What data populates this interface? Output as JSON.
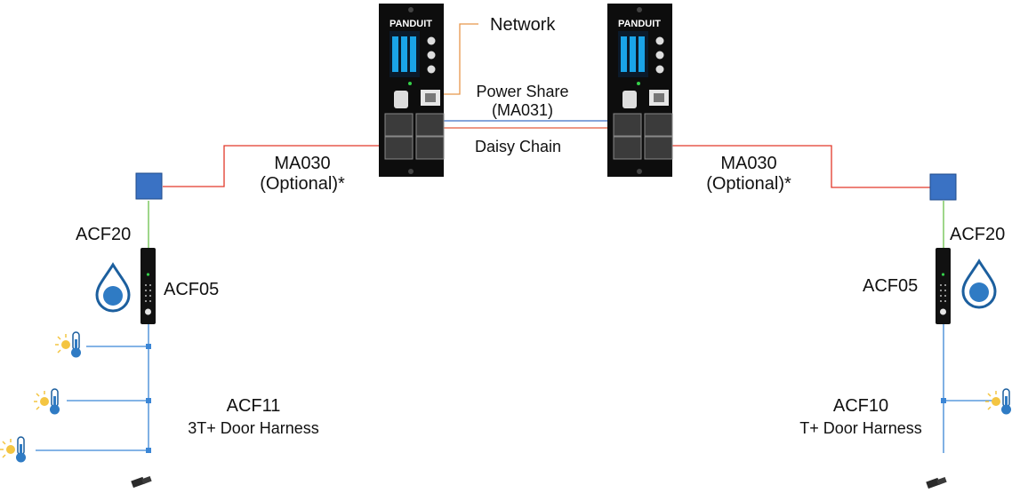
{
  "brand": "PANDUIT",
  "colors": {
    "network_cable": "#e8964a",
    "power_share_cable": "#3d6fc4",
    "daisy_chain_cable": "#e35a3a",
    "ma030_cable": "#e2392a",
    "acf20_cable": "#6bbf4a",
    "sensor_harness": "#3b86d6",
    "accessory_box": "#3a72c4",
    "pdu_body": "#111111",
    "display_blue": "#1aa4e8"
  },
  "labels": {
    "network": "Network",
    "power_share_line1": "Power Share",
    "power_share_line2": "(MA031)",
    "daisy_chain": "Daisy Chain"
  },
  "left": {
    "ma030_line1": "MA030",
    "ma030_line2": "(Optional)*",
    "acf20": "ACF20",
    "acf05": "ACF05",
    "harness_model": "ACF11",
    "harness_desc": "3T+ Door Harness"
  },
  "right": {
    "ma030_line1": "MA030",
    "ma030_line2": "(Optional)*",
    "acf20": "ACF20",
    "acf05": "ACF05",
    "harness_model": "ACF10",
    "harness_desc": "T+ Door Harness"
  },
  "icons": {
    "water": "water-drop-icon",
    "temperature": "thermometer-sun-icon",
    "door_sensor": "door-switch-icon"
  }
}
